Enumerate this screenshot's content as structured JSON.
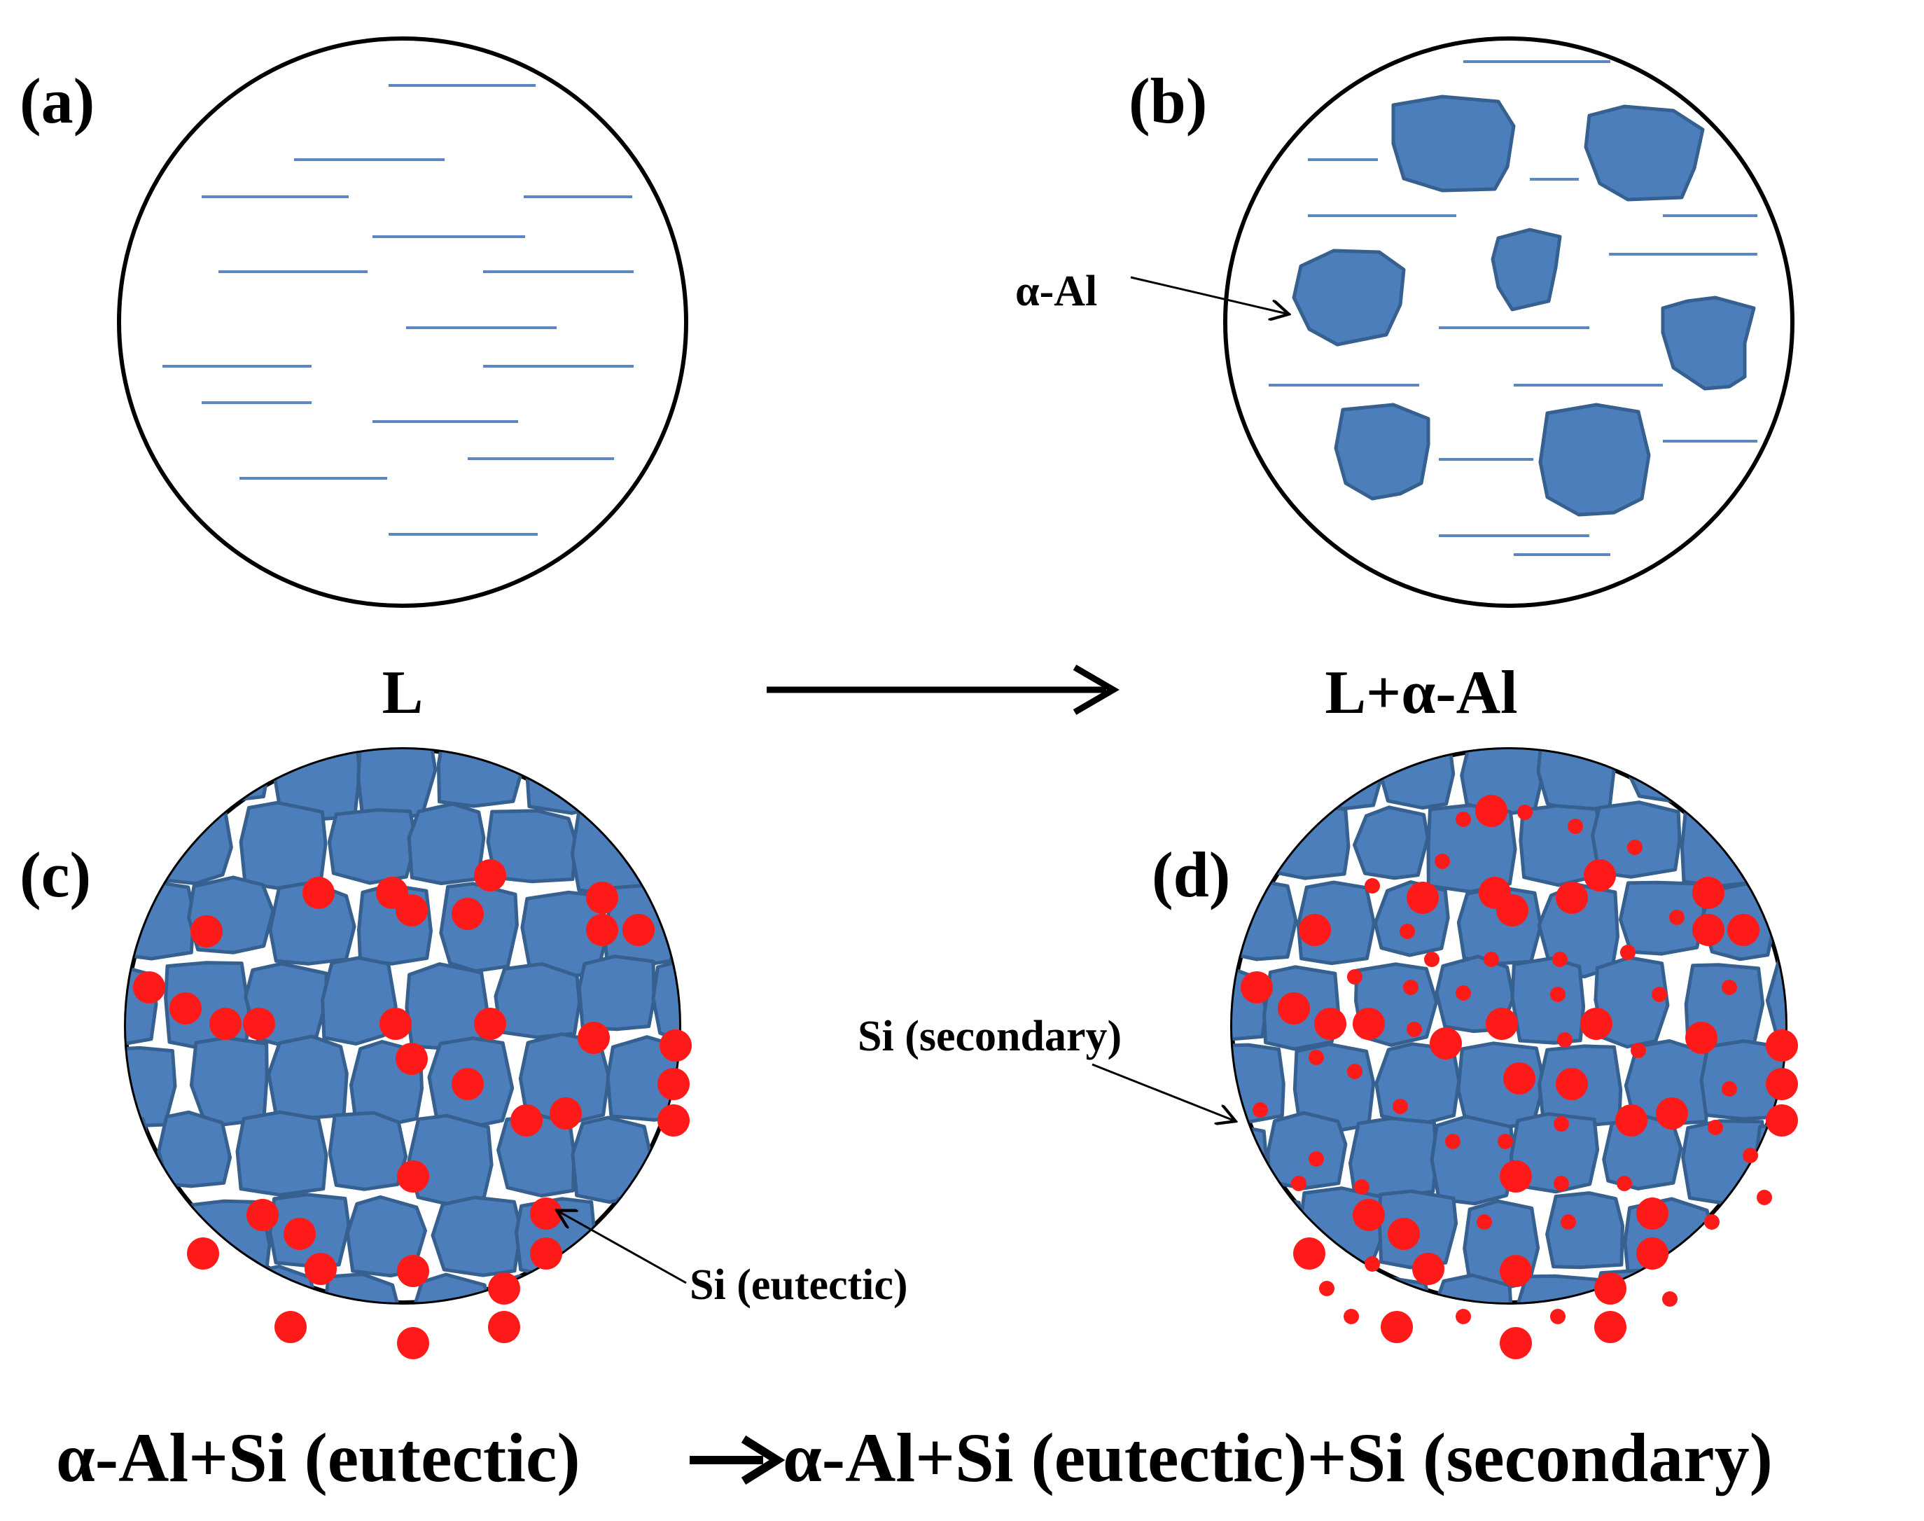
{
  "panels": {
    "a": {
      "label": "(a)"
    },
    "b": {
      "label": "(b)",
      "annotation": "α-Al"
    },
    "c": {
      "label": "(c)",
      "annotation": "Si (eutectic)"
    },
    "d": {
      "label": "(d)",
      "annotation": "Si (secondary)"
    }
  },
  "stages": {
    "liquid": "L",
    "liquid_plus_al": "L+α-Al",
    "bottom_caption_left": "α-Al+Si (eutectic)",
    "bottom_caption_right": "α-Al+Si (eutectic)+Si (secondary)"
  },
  "colors": {
    "liquid_line": "#5b86c0",
    "grain_fill": "#4d7ebc",
    "grain_stroke": "#35608f",
    "silicon": "#ff1a1a",
    "outline": "#000000"
  }
}
